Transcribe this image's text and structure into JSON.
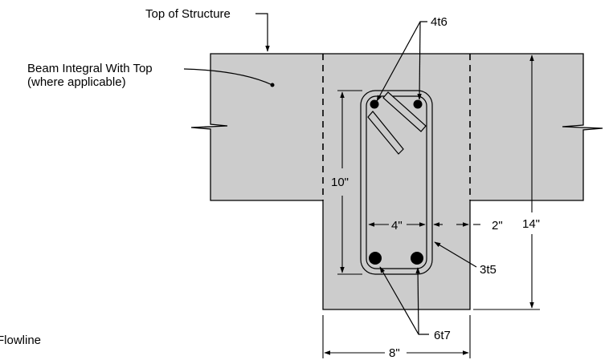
{
  "labels": {
    "top_of_structure": "Top of Structure",
    "beam_integral_line1": "Beam Integral With Top",
    "beam_integral_line2": "(where applicable)",
    "top_bars": "4t6",
    "stirrup": "3t5",
    "bottom_bars": "6t7",
    "flowline": "Flowline"
  },
  "dimensions": {
    "stirrup_height": "10\"",
    "bar_spacing": "4\"",
    "side_cover": "2\"",
    "total_depth": "14\"",
    "beam_width": "8\""
  },
  "colors": {
    "concrete": "#cccccc",
    "line": "#000000"
  }
}
